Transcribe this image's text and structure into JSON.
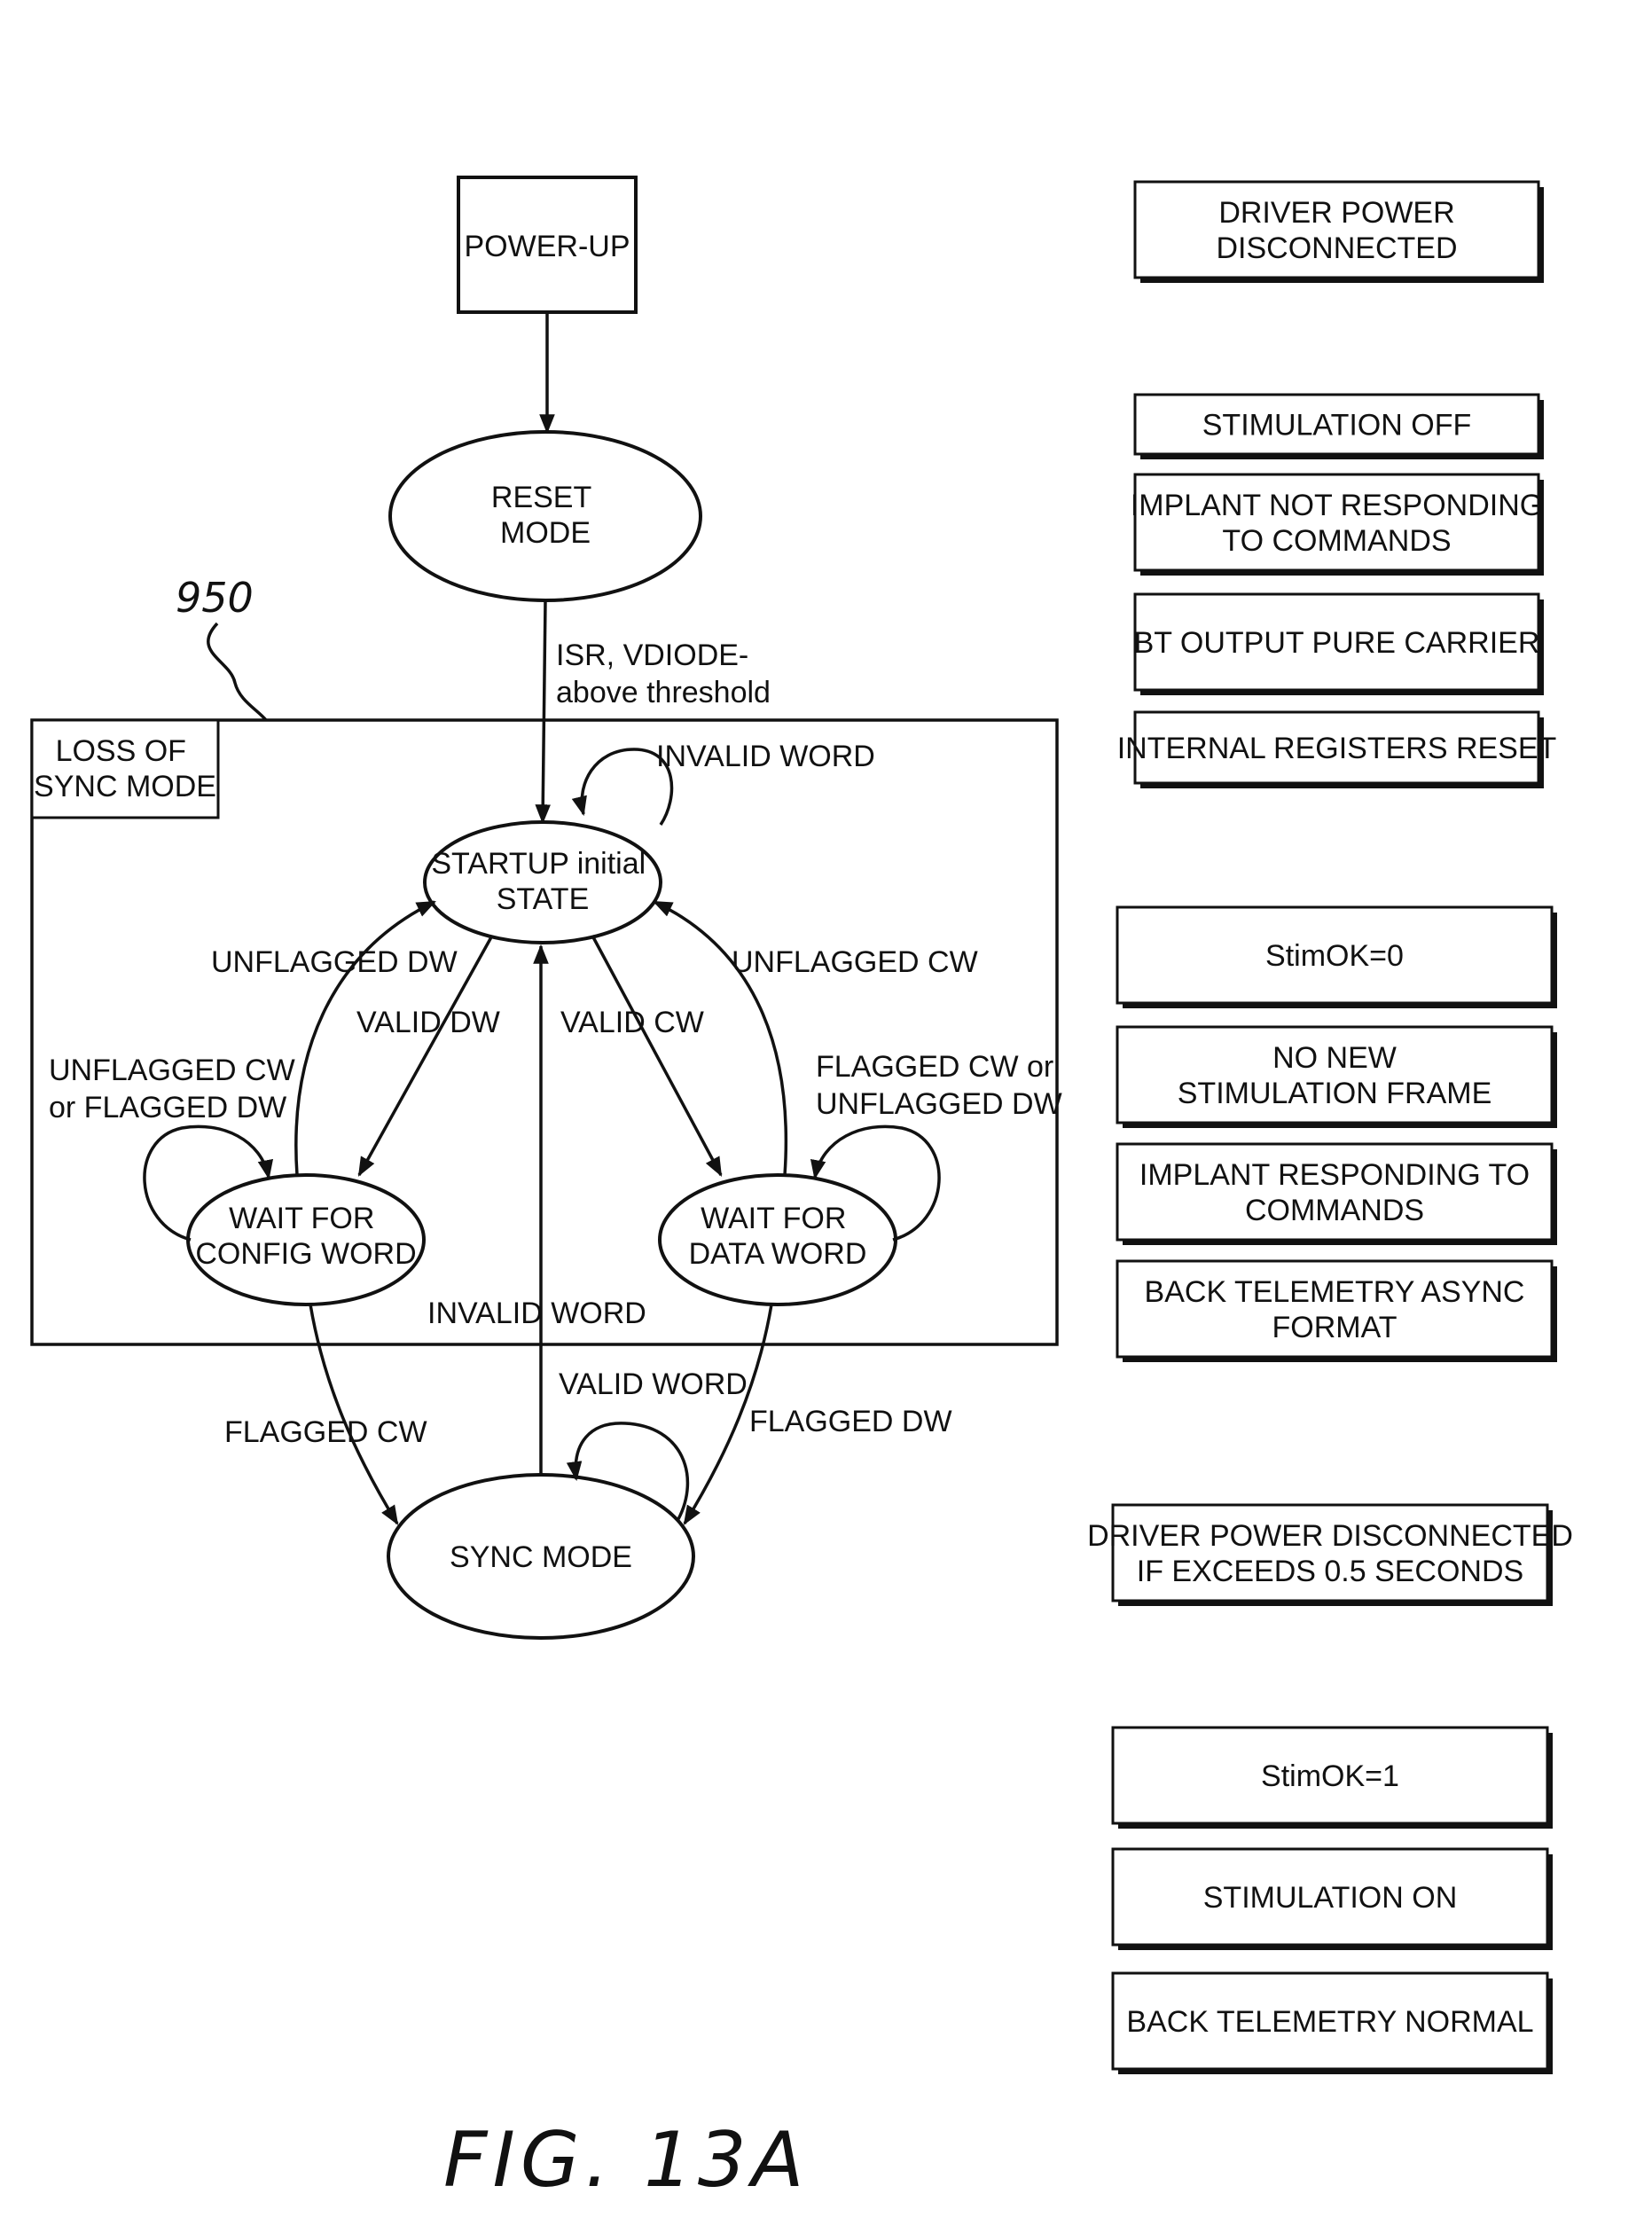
{
  "figure_label": "FIG. 13A",
  "reference_numeral": "950",
  "group_label": [
    "LOSS OF",
    "SYNC MODE"
  ],
  "nodes": {
    "power_up": [
      "POWER-UP"
    ],
    "reset": [
      "RESET",
      "MODE"
    ],
    "startup": [
      "STARTUP initial",
      "STATE"
    ],
    "config": [
      "WAIT FOR",
      "CONFIG WORD"
    ],
    "data": [
      "WAIT FOR",
      "DATA WORD"
    ],
    "sync": [
      "SYNC MODE"
    ]
  },
  "transitions": {
    "reset_to_startup": [
      "ISR, VDIODE-",
      "above threshold"
    ],
    "startup_self": [
      "INVALID WORD"
    ],
    "config_to_startup": [
      "UNFLAGGED DW"
    ],
    "startup_to_config": [
      "VALID DW"
    ],
    "startup_to_data": [
      "VALID CW"
    ],
    "data_to_startup": [
      "UNFLAGGED CW"
    ],
    "config_self": [
      "UNFLAGGED CW",
      "or FLAGGED DW"
    ],
    "data_self": [
      "FLAGGED CW or",
      "UNFLAGGED DW"
    ],
    "sync_to_startup": [
      "INVALID WORD"
    ],
    "sync_self": [
      "VALID WORD"
    ],
    "config_to_sync": [
      "FLAGGED CW"
    ],
    "data_to_sync": [
      "FLAGGED DW"
    ]
  },
  "status_groups": [
    [
      [
        "DRIVER POWER",
        "DISCONNECTED"
      ]
    ],
    [
      [
        "STIMULATION OFF"
      ],
      [
        "IMPLANT NOT RESPONDING",
        "TO COMMANDS"
      ],
      [
        "BT OUTPUT PURE CARRIER"
      ],
      [
        "INTERNAL REGISTERS RESET"
      ]
    ],
    [
      [
        "StimOK=0"
      ],
      [
        "NO NEW",
        "STIMULATION FRAME"
      ],
      [
        "IMPLANT RESPONDING TO",
        "COMMANDS"
      ],
      [
        "BACK TELEMETRY ASYNC",
        "FORMAT"
      ]
    ],
    [
      [
        "DRIVER POWER DISCONNECTED",
        "IF EXCEEDS 0.5 SECONDS"
      ]
    ],
    [
      [
        "StimOK=1"
      ],
      [
        "STIMULATION ON"
      ],
      [
        "BACK TELEMETRY NORMAL"
      ]
    ]
  ]
}
